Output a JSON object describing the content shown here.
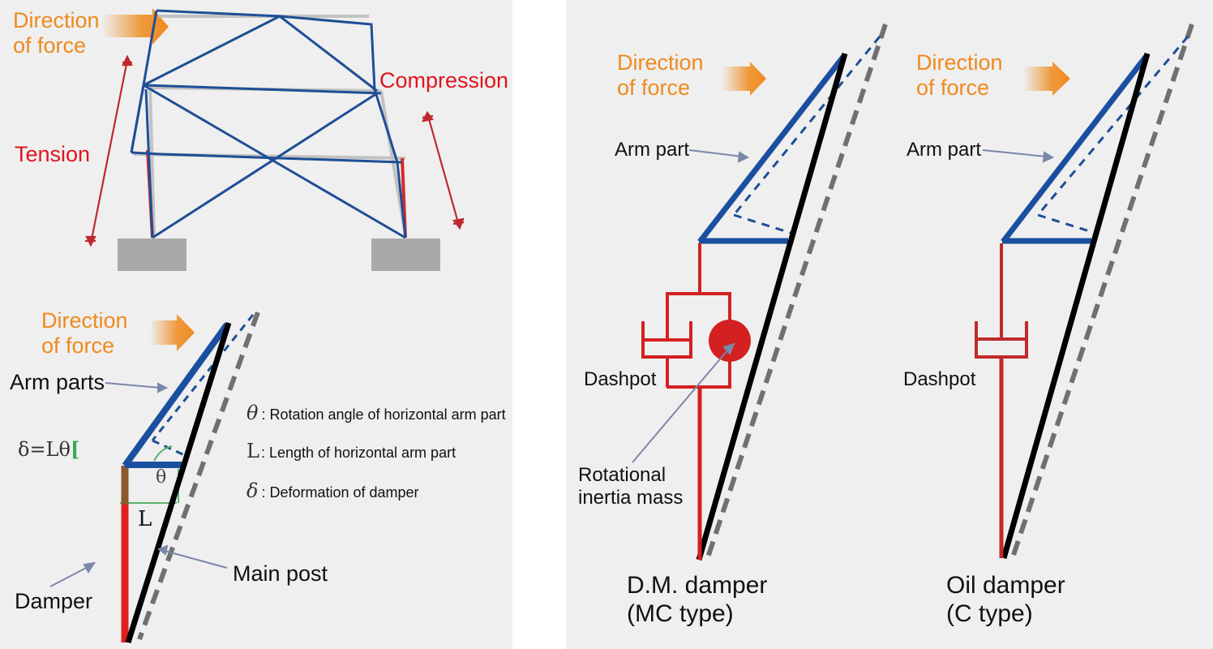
{
  "colors": {
    "background_panel": "#efefef",
    "force_arrow": "#ef8a1e",
    "label_orange": "#ef8a1e",
    "label_red": "#e0141e",
    "frame_blue": "#1f4e96",
    "arm_blue": "#1a4fa0",
    "damper_red": "#d42020",
    "main_post": "#000000",
    "displaced_post": "#666666",
    "indicator_green": "#3aa65a",
    "leader_line": "#7a87a8"
  },
  "top_left_frame": {
    "force_label_line1": "Direction",
    "force_label_line2": "of force",
    "tension_label": "Tension",
    "compression_label": "Compression"
  },
  "bottom_left_mechanism": {
    "force_label_line1": "Direction",
    "force_label_line2": "of force",
    "arm_parts_label": "Arm parts",
    "formula": "δ=Lθ",
    "theta_mark": "θ",
    "length_mark": "L",
    "damper_label": "Damper",
    "main_post_label": "Main post",
    "legend": [
      {
        "symbol": "θ",
        "text": ": Rotation angle of horizontal arm part"
      },
      {
        "symbol": "L",
        "text": ": Length of horizontal arm part"
      },
      {
        "symbol": "δ",
        "text": ": Deformation of damper"
      }
    ]
  },
  "dm_damper_panel": {
    "force_label_line1": "Direction",
    "force_label_line2": "of force",
    "arm_part_label": "Arm part",
    "dashpot_label": "Dashpot",
    "inertia_label_line1": "Rotational",
    "inertia_label_line2": "inertia mass",
    "title_line1": "D.M. damper",
    "title_line2": "(MC type)"
  },
  "oil_damper_panel": {
    "force_label_line1": "Direction",
    "force_label_line2": "of force",
    "arm_part_label": "Arm part",
    "dashpot_label": "Dashpot",
    "title_line1": "Oil damper",
    "title_line2": "(C type)"
  }
}
